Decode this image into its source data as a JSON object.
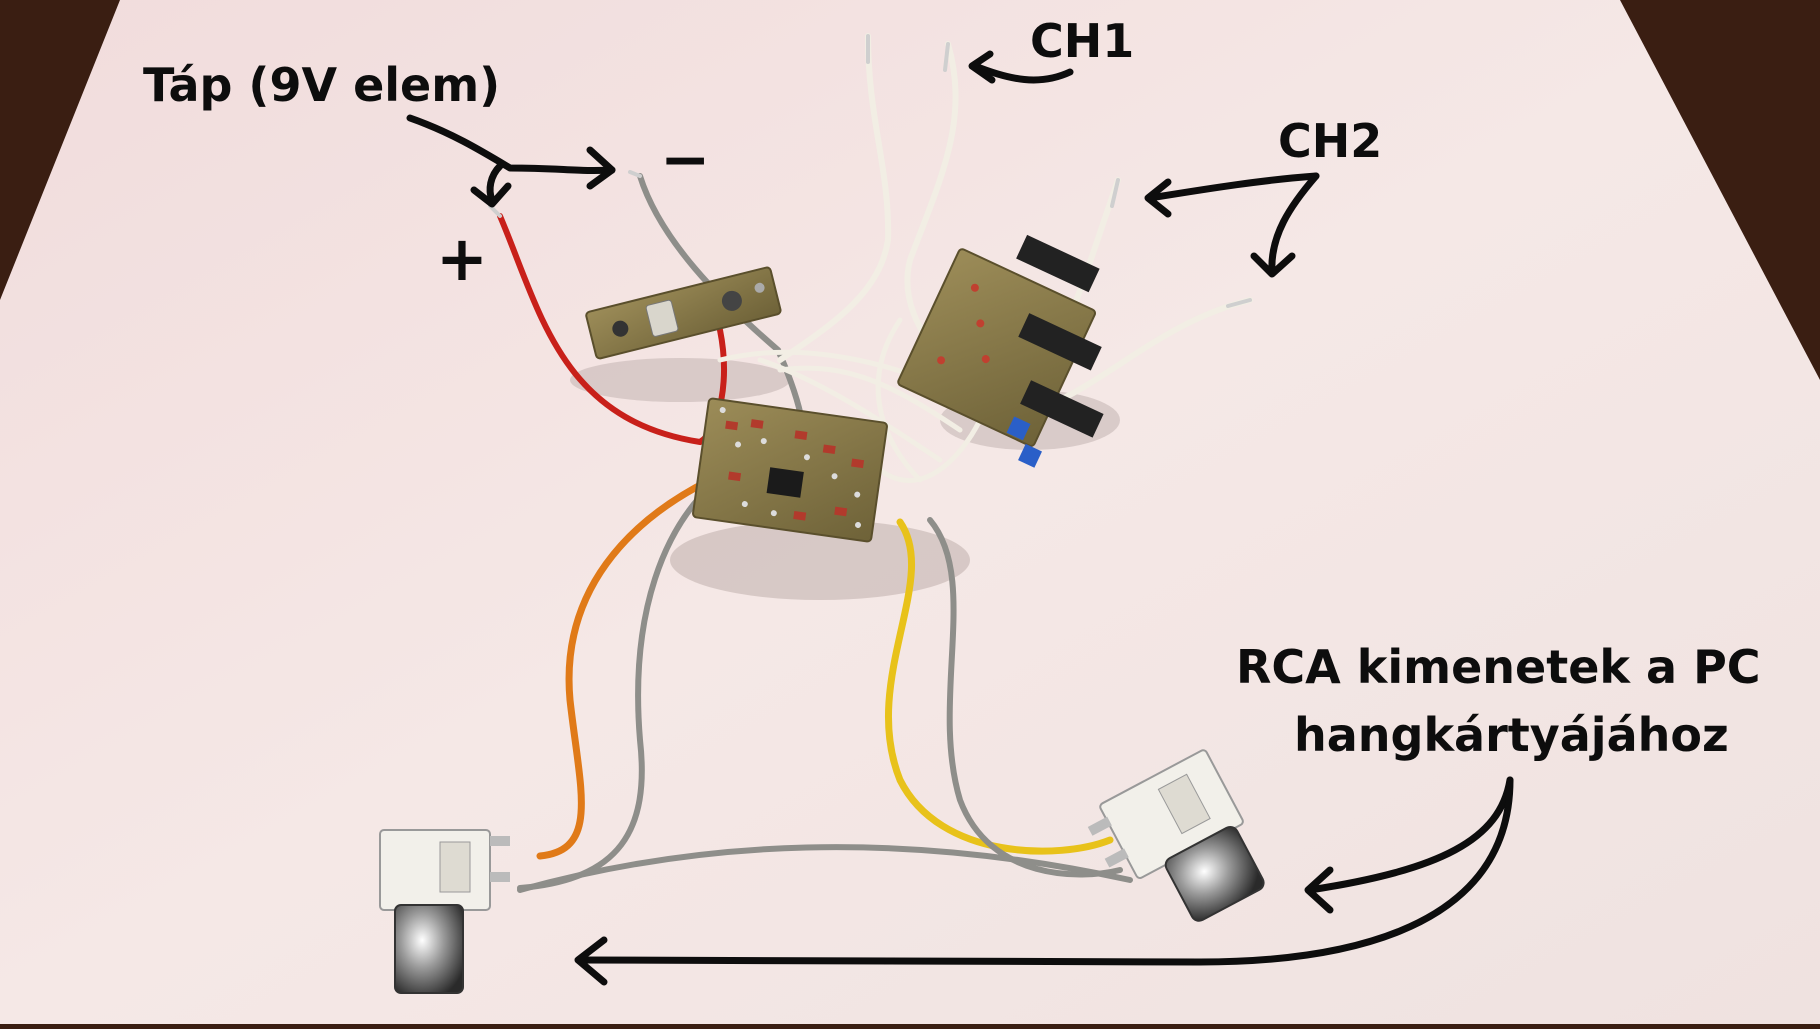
{
  "labels": {
    "power": "Táp (9V elem)",
    "minus": "−",
    "plus": "+",
    "ch1": "CH1",
    "ch2": "CH2",
    "rca_line1": "RCA kimenetek a PC",
    "rca_line2": "hangkártyájához"
  },
  "colors": {
    "background": "#3a1e12",
    "paper": "#f3e6e4",
    "pcb": "#8a7a4a",
    "wire_red": "#c8201a",
    "wire_white": "#f2eee4",
    "wire_gray": "#8e8e8a",
    "wire_orange": "#e07a18",
    "wire_yellow": "#e8c21a",
    "ink": "#0d0d0d"
  }
}
